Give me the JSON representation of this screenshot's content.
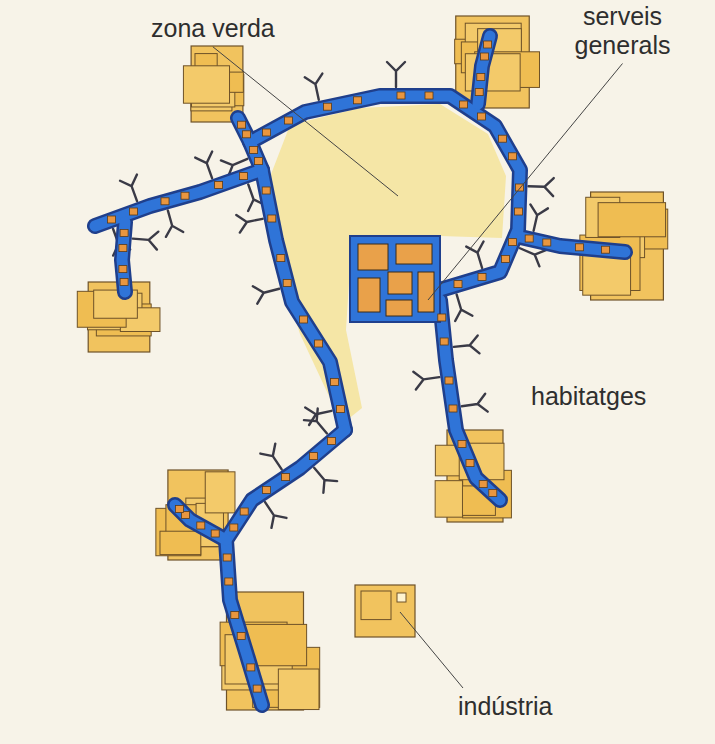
{
  "diagram": {
    "labels": [
      "zona verda",
      "serveis generals",
      "habitatges",
      "indústria"
    ]
  }
}
